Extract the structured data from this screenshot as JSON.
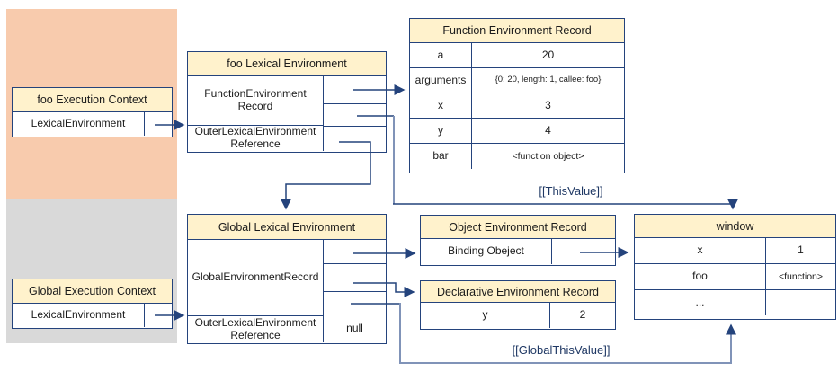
{
  "colors": {
    "context_fill_foo": "#F8CBAD",
    "context_fill_global": "#D9D9D9",
    "header_fill": "#FFF2CC",
    "border_navy": "#24437C",
    "wire_slate": "#8093B8",
    "label_navy": "#1F3864"
  },
  "foo_ec": {
    "title": "foo Execution Context",
    "row_key": "LexicalEnvironment"
  },
  "foo_le": {
    "title": "foo Lexical Environment",
    "record_label": "FunctionEnvironment Record",
    "outer_label": "OuterLexicalEnvironment Reference"
  },
  "fer": {
    "title": "Function Environment Record",
    "rows": [
      [
        "a",
        "20"
      ],
      [
        "arguments",
        "{0: 20, length: 1, callee: foo}"
      ],
      [
        "x",
        "3"
      ],
      [
        "y",
        "4"
      ],
      [
        "bar",
        "<function object>"
      ]
    ]
  },
  "global_le": {
    "title": "Global Lexical Environment",
    "record_label": "GlobalEnvironmentRecord",
    "outer_label": "OuterLexicalEnvironment Reference",
    "outer_value": "null"
  },
  "global_ec": {
    "title": "Global Execution Context",
    "row_key": "LexicalEnvironment"
  },
  "obj_er": {
    "title": "Object Environment Record",
    "row_key": "Binding Obeject",
    "row_value": ""
  },
  "decl_er": {
    "title": "Declarative Environment Record",
    "rows": [
      [
        "y",
        "2"
      ]
    ]
  },
  "window_obj": {
    "title": "window",
    "rows": [
      [
        "x",
        "1"
      ],
      [
        "foo",
        "<function>"
      ],
      [
        "...",
        ""
      ]
    ]
  },
  "labels": {
    "this_value": "[[ThisValue]]",
    "global_this_value": "[[GlobalThisValue]]"
  }
}
